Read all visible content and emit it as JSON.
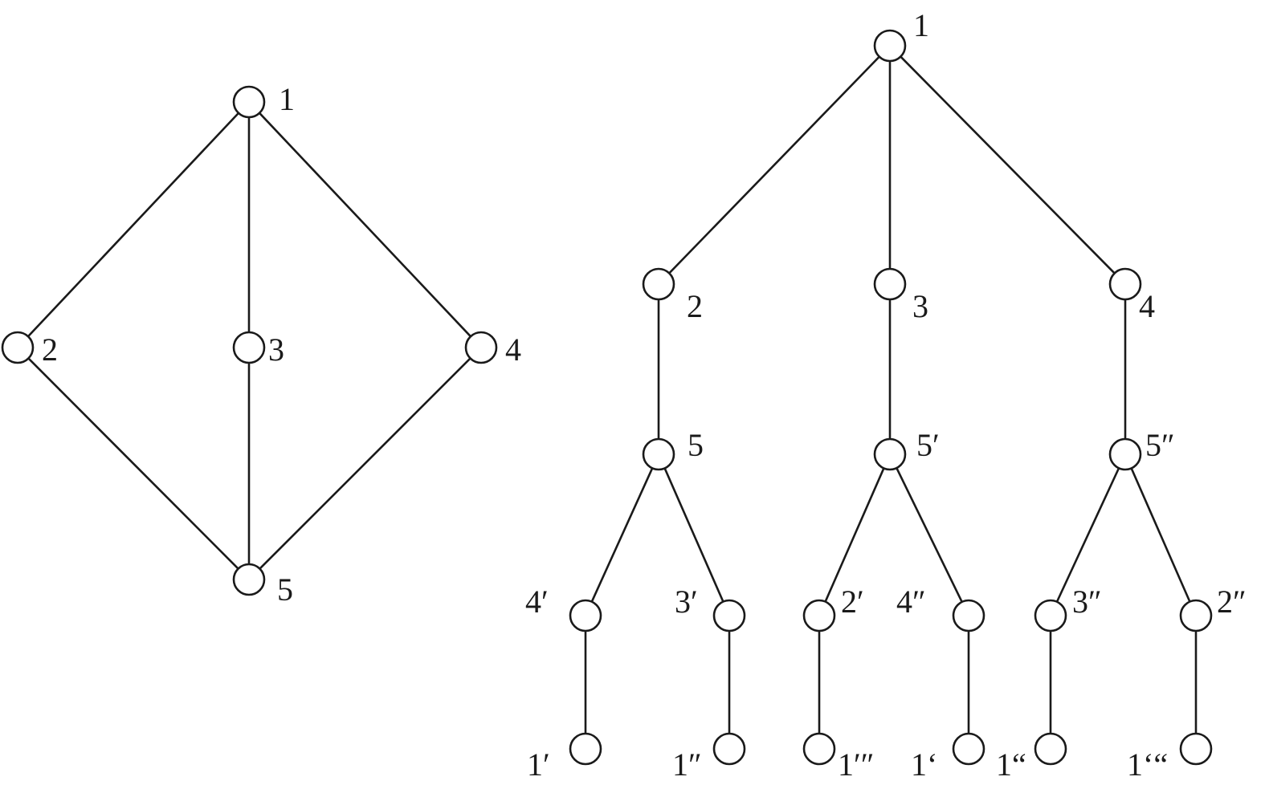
{
  "graph": {
    "nodes": [
      {
        "id": "g1",
        "label": "1"
      },
      {
        "id": "g2",
        "label": "2"
      },
      {
        "id": "g3",
        "label": "3"
      },
      {
        "id": "g4",
        "label": "4"
      },
      {
        "id": "g5",
        "label": "5"
      }
    ],
    "edges": [
      [
        "g1",
        "g2"
      ],
      [
        "g1",
        "g3"
      ],
      [
        "g1",
        "g4"
      ],
      [
        "g2",
        "g5"
      ],
      [
        "g3",
        "g5"
      ],
      [
        "g4",
        "g5"
      ]
    ]
  },
  "tree": {
    "nodes": [
      {
        "id": "t1",
        "label": "1"
      },
      {
        "id": "t2",
        "label": "2"
      },
      {
        "id": "t3",
        "label": "3"
      },
      {
        "id": "t4",
        "label": "4"
      },
      {
        "id": "t5a",
        "label": "5"
      },
      {
        "id": "t5b",
        "label": "5′"
      },
      {
        "id": "t5c",
        "label": "5″"
      },
      {
        "id": "t4a",
        "label": "4′"
      },
      {
        "id": "t3a",
        "label": "3′"
      },
      {
        "id": "t2a",
        "label": "2′"
      },
      {
        "id": "t4b",
        "label": "4″"
      },
      {
        "id": "t3b",
        "label": "3″"
      },
      {
        "id": "t2b",
        "label": "2″"
      },
      {
        "id": "l1",
        "label": "1′"
      },
      {
        "id": "l2",
        "label": "1″"
      },
      {
        "id": "l3",
        "label": "1′″"
      },
      {
        "id": "l4",
        "label": "1‘"
      },
      {
        "id": "l5",
        "label": "1“"
      },
      {
        "id": "l6",
        "label": "1‘“"
      }
    ],
    "edges": [
      [
        "t1",
        "t2"
      ],
      [
        "t1",
        "t3"
      ],
      [
        "t1",
        "t4"
      ],
      [
        "t2",
        "t5a"
      ],
      [
        "t3",
        "t5b"
      ],
      [
        "t4",
        "t5c"
      ],
      [
        "t5a",
        "t4a"
      ],
      [
        "t5a",
        "t3a"
      ],
      [
        "t5b",
        "t2a"
      ],
      [
        "t5b",
        "t4b"
      ],
      [
        "t5c",
        "t3b"
      ],
      [
        "t5c",
        "t2b"
      ],
      [
        "t4a",
        "l1"
      ],
      [
        "t3a",
        "l2"
      ],
      [
        "t2a",
        "l3"
      ],
      [
        "t4b",
        "l4"
      ],
      [
        "t3b",
        "l5"
      ],
      [
        "t2b",
        "l6"
      ]
    ]
  }
}
